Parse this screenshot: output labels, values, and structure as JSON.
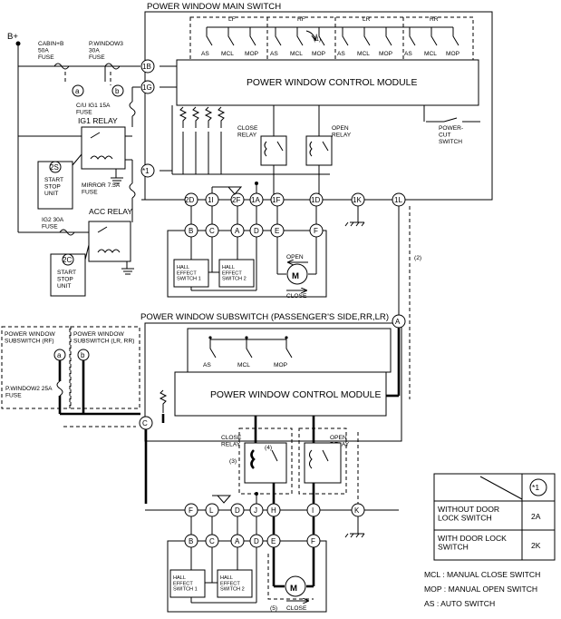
{
  "supply": "B+",
  "main_switch": {
    "title": "POWER WINDOW MAIN SWITCH",
    "module": "POWER WINDOW CONTROL MODULE",
    "sections": [
      "LF",
      "RF",
      "LR",
      "RR"
    ],
    "switch_labels": [
      "AS",
      "MCL",
      "MOP"
    ],
    "close_relay": "CLOSE\nRELAY",
    "open_relay": "OPEN\nRELAY",
    "power_cut": "POWER-\nCUT\nSWITCH",
    "pins": [
      "1B",
      "1G",
      "*1",
      "2D",
      "1I",
      "2F",
      "1A",
      "1F",
      "1D",
      "1K",
      "1L"
    ],
    "motor_pins": [
      "B",
      "C",
      "A",
      "D",
      "E",
      "F"
    ]
  },
  "subswitch": {
    "title": "POWER WINDOW SUBSWITCH (PASSENGER'S SIDE,RR,LR)",
    "module": "POWER WINDOW CONTROL MODULE",
    "switch_labels": [
      "AS",
      "MCL",
      "MOP"
    ],
    "close_relay": "CLOSE\nRELAY",
    "open_relay": "OPEN\nRELAY",
    "pins": [
      "A",
      "C",
      "F",
      "L",
      "D",
      "J",
      "H",
      "I",
      "K"
    ],
    "motor_pins": [
      "B",
      "C",
      "A",
      "D",
      "E",
      "F"
    ]
  },
  "fuses": {
    "cabin": "CABIN+B\n50A\nFUSE",
    "pwindow3": "P.WINDOW3\n30A\nFUSE",
    "cu_ig1": "C/U IG1 15A\nFUSE",
    "mirror": "MIRROR 7.5A\nFUSE",
    "ig2": "IG2 30A\nFUSE",
    "pwindow2": "P.WINDOW2 25A\nFUSE"
  },
  "relays": {
    "ig1": "IG1 RELAY",
    "acc": "ACC RELAY"
  },
  "units": {
    "start_stop_2s": {
      "pin": "2S",
      "label": "START\nSTOP\nUNIT"
    },
    "start_stop_2c": {
      "pin": "2C",
      "label": "START\nSTOP\nUNIT"
    }
  },
  "hall": {
    "s1": "HALL\nEFFECT\nSWITCH 1",
    "s2": "HALL\nEFFECT\nSWITCH 2"
  },
  "motor": {
    "letter": "M",
    "open": "OPEN",
    "close": "CLOSE"
  },
  "nodes": {
    "a": "a",
    "b": "b"
  },
  "sub_boxes": {
    "rf": "POWER WINDOW\nSUBSWITCH (RF)",
    "lr": "POWER WINDOW\nSUBSWITCH (LR, RR)"
  },
  "callouts": {
    "c1": "(1)",
    "c2": "(2)",
    "c3": "(3)",
    "c4": "(4)",
    "c5": "(5)"
  },
  "table": {
    "header": "*1",
    "rows": [
      {
        "label": "WITHOUT DOOR\nLOCK SWITCH",
        "value": "2A"
      },
      {
        "label": "WITH DOOR LOCK\nSWITCH",
        "value": "2K"
      }
    ]
  },
  "legend": [
    "MCL : MANUAL CLOSE SWITCH",
    "MOP : MANUAL OPEN SWITCH",
    "AS : AUTO SWITCH"
  ]
}
